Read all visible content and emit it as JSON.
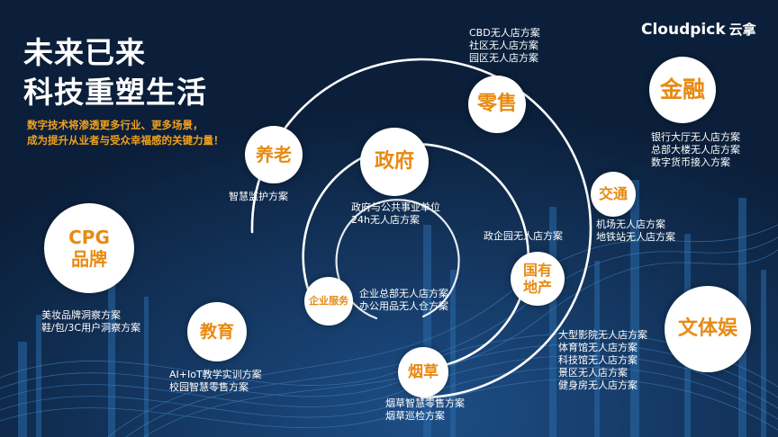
{
  "headline": {
    "line1": "未来已来",
    "line2": "科技重塑生活"
  },
  "tagline": {
    "line1": "数字技术将渗透更多行业、更多场景，",
    "line2": "成为提升从业者与受众幸福感的关键力量！"
  },
  "logo": {
    "en": "Cloudpick",
    "cn": "云拿"
  },
  "colors": {
    "background": "#0b1f3a",
    "accent": "#e88a12",
    "circle": "#ffffff",
    "text": "#ffffff"
  },
  "sectors": {
    "retail": {
      "label": "零售",
      "solutions": [
        "CBD无人店方案",
        "社区无人店方案",
        "园区无人店方案"
      ]
    },
    "finance": {
      "label": "金融",
      "solutions": [
        "银行大厅无人店方案",
        "总部大楼无人店方案",
        "数字货币接入方案"
      ]
    },
    "elderly": {
      "label": "养老",
      "solutions": [
        "智慧监护方案"
      ]
    },
    "government": {
      "label": "政府",
      "solutions": [
        "政府与公共事业单位",
        "24h无人店方案"
      ]
    },
    "transport": {
      "label": "交通",
      "solutions": [
        "机场无人店方案",
        "地铁站无人店方案"
      ]
    },
    "cpg": {
      "label1": "CPG",
      "label2": "品牌",
      "solutions": [
        "美妆品牌洞察方案",
        "鞋/包/3C用户洞察方案"
      ]
    },
    "state_realestate": {
      "label1": "国有",
      "label2": "地产",
      "solutions": [
        "政企园无人店方案"
      ]
    },
    "enterprise": {
      "label": "企业服务",
      "solutions": [
        "企业总部无人店方案",
        "办公用品无人仓方案"
      ]
    },
    "education": {
      "label": "教育",
      "solutions": [
        "AI+IoT教学实训方案",
        "校园智慧零售方案"
      ]
    },
    "tobacco": {
      "label": "烟草",
      "solutions": [
        "烟草智慧零售方案",
        "烟草巡检方案"
      ]
    },
    "entertainment": {
      "label": "文体娱",
      "solutions": [
        "大型影院无人店方案",
        "体育馆无人店方案",
        "科技馆无人店方案",
        "景区无人店方案",
        "健身房无人店方案"
      ]
    }
  }
}
